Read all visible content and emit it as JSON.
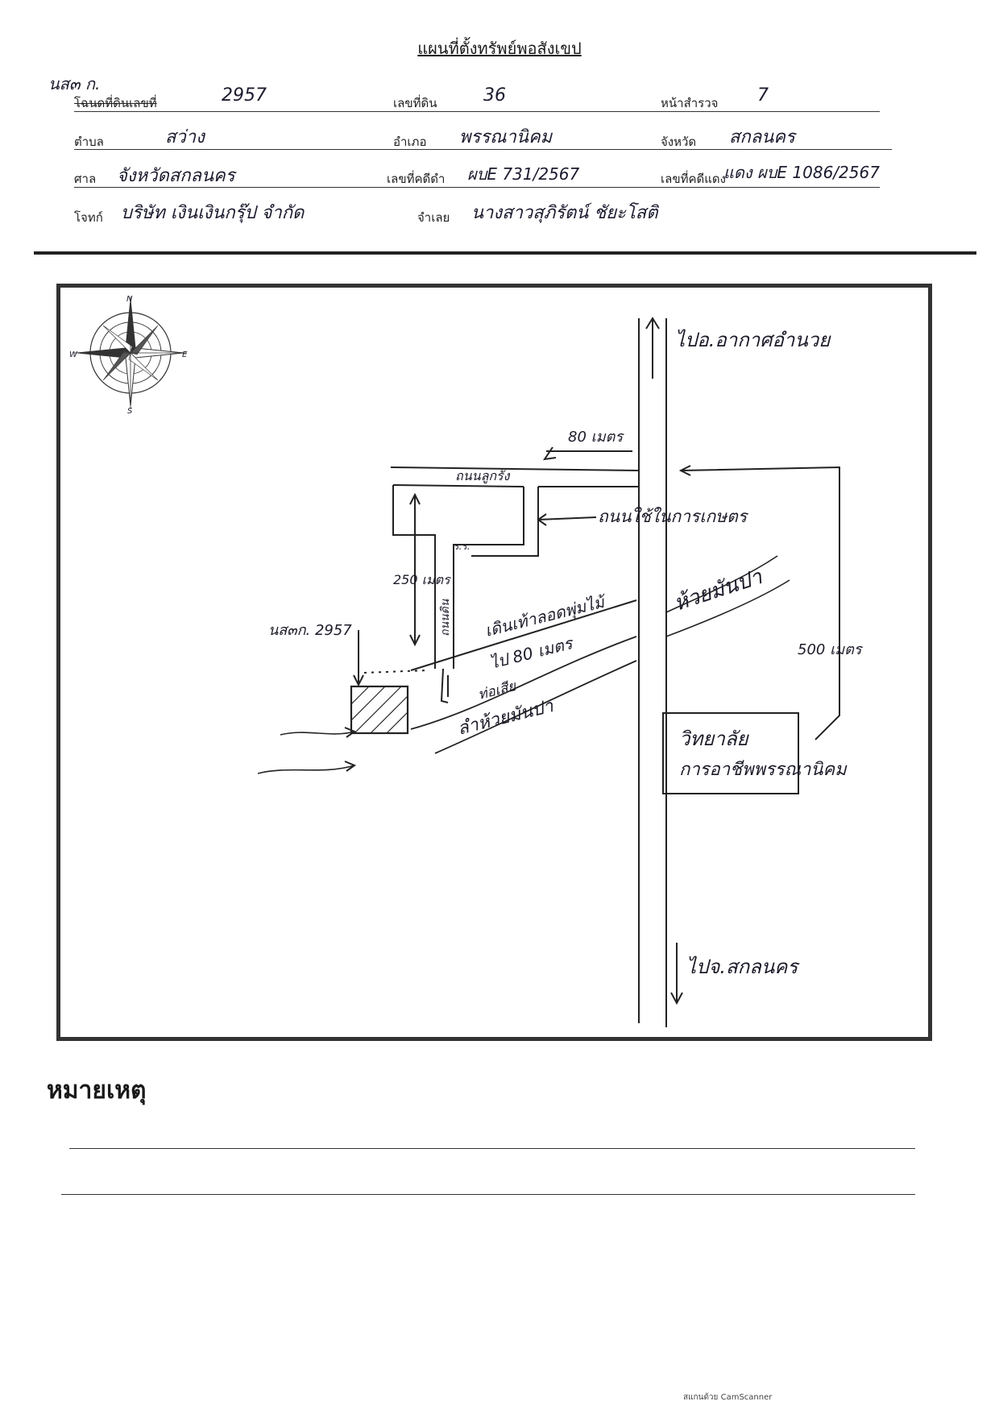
{
  "document": {
    "title": "แผนที่ตั้งทรัพย์พอสังเขป",
    "deed_type_handwritten": "นส๓ ก.",
    "fields": {
      "land_doc_label": "โฉนดที่ดินเลขที่",
      "land_doc_value": "2957",
      "land_no_label": "เลขที่ดิน",
      "land_no_value": "36",
      "survey_page_label": "หน้าสำรวจ",
      "survey_page_value": "7",
      "subdistrict_label": "ตำบล",
      "subdistrict_value": "สว่าง",
      "district_label": "อำเภอ",
      "district_value": "พรรณานิคม",
      "province_label": "จังหวัด",
      "province_value": "สกลนคร",
      "court_label": "ศาล",
      "court_value": "จังหวัดสกลนคร",
      "black_case_label": "เลขที่คดีดำ",
      "black_case_value": "ผบE 731/2567",
      "red_case_label": "เลขที่คดีแดง",
      "red_case_value": "แดง ผบE 1086/2567",
      "plaintiff_label": "โจทก์",
      "plaintiff_value": "บริษัท เงินเงินกรุ๊ป จำกัด",
      "defendant_label": "จำเลย",
      "defendant_value": "นางสาวสุภิรัตน์ ชัยะโสติ"
    },
    "remarks_label": "หมายเหตุ",
    "footer": "สแกนด้วย CamScanner"
  },
  "map": {
    "compass": {
      "n": "N",
      "s": "S",
      "e": "E",
      "w": "W"
    },
    "labels": {
      "to_north": "ไปอ.อากาศอำนวย",
      "to_south": "ไปจ.สกลนคร",
      "dist_80m_top": "80 เมตร",
      "road_name_top": "ถนนลูกรัง",
      "road_concrete": "ถนนใช้ในการเกษตร",
      "dist_250m": "250 เมตร",
      "road_vertical": "ถนนดิน",
      "stream_name_east": "ห้วยมันปา",
      "dist_500m": "500 เมตร",
      "parcel": "นส๓ก. 2957",
      "walk_path": "เดินเท้าลอดพุ่มไม้",
      "dist_80m_walk": "ไป 80 เมตร",
      "water_pipe": "ท่อเสีย",
      "stream_name_west": "ลำห้วยมันปา",
      "college_line1": "วิทยาลัย",
      "college_line2": "การอาชีพพรรณานิคม",
      "small_mark": "ร.ร."
    }
  }
}
